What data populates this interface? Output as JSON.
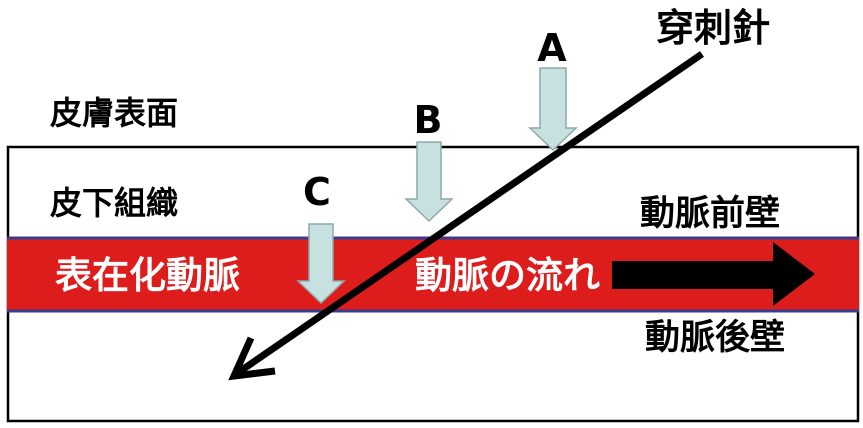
{
  "diagram": {
    "needle_label": "穿刺針",
    "markers": [
      "A",
      "B",
      "C"
    ],
    "layers": {
      "skin_surface": "皮膚表面",
      "subcutaneous_tissue": "皮下組織",
      "anterior_wall": "動脈前壁",
      "posterior_wall": "動脈後壁"
    },
    "artery": {
      "name": "表在化動脈",
      "flow_label": "動脈の流れ"
    }
  },
  "colors": {
    "artery": "#dd1c1c",
    "artery_wall": "#3b3b8f",
    "marker_fill": "#c7e1e1",
    "marker_outline": "#8ea9a9",
    "ink": "#000000"
  }
}
